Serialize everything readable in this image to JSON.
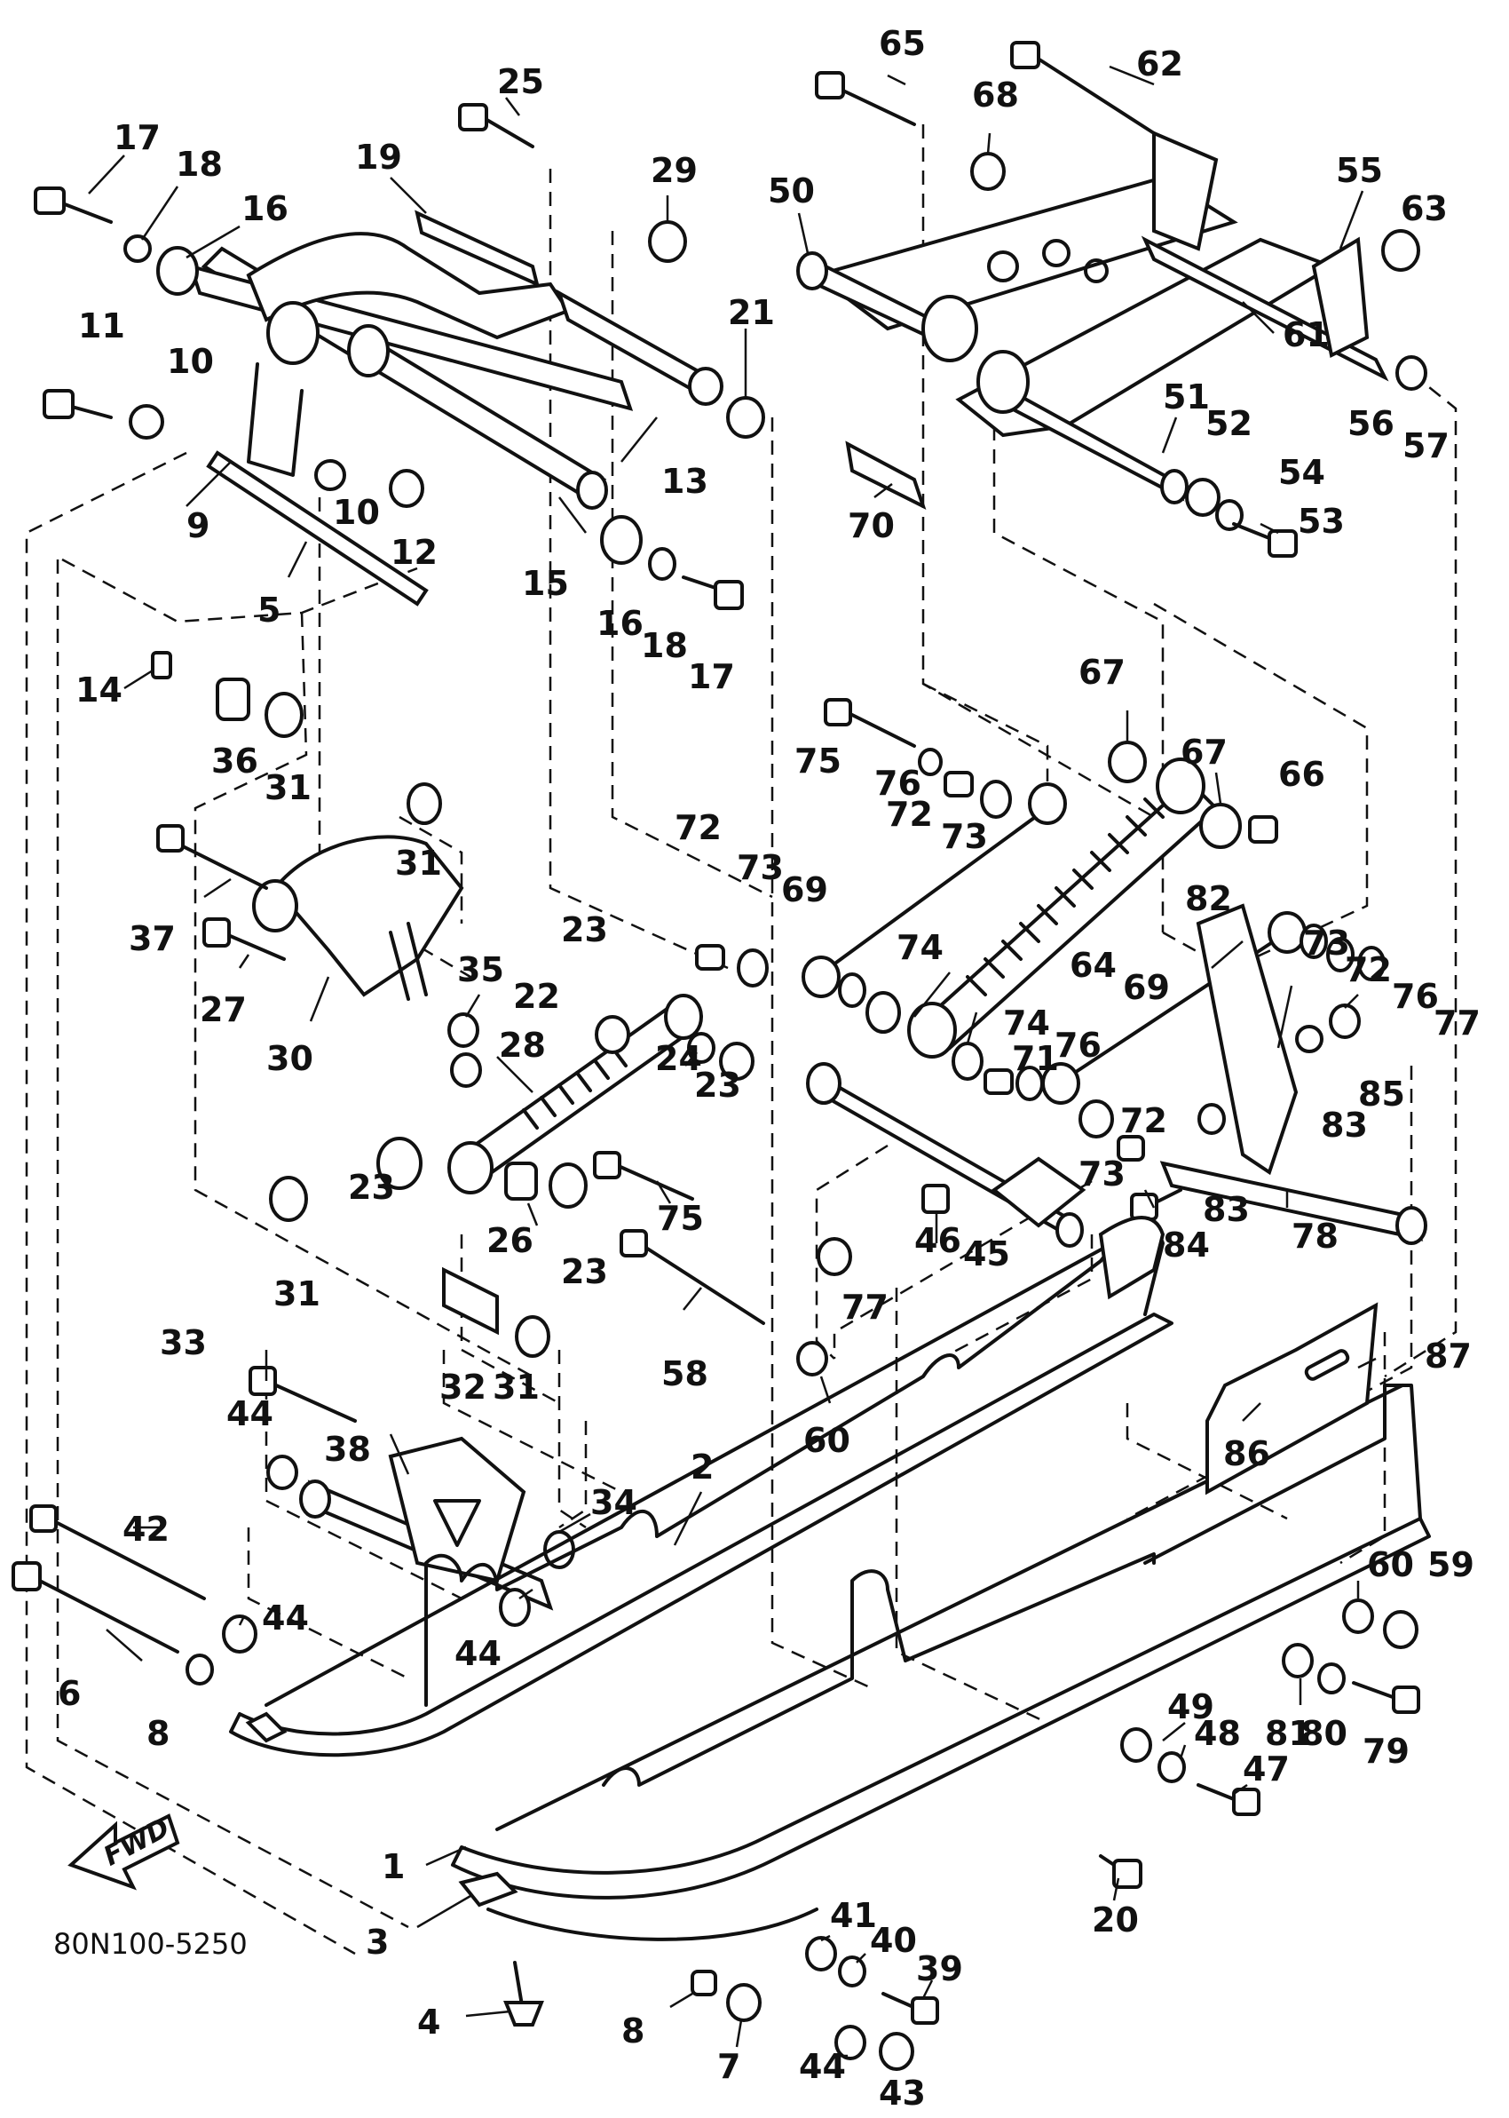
{
  "diagram_code": "80N100-5250",
  "fwd_label": "FWD",
  "callouts": [
    "17",
    "18",
    "16",
    "19",
    "25",
    "29",
    "11",
    "10",
    "9",
    "10",
    "12",
    "5",
    "13",
    "15",
    "16",
    "18",
    "17",
    "14",
    "36",
    "31",
    "31",
    "21",
    "65",
    "62",
    "68",
    "50",
    "55",
    "63",
    "61",
    "56",
    "57",
    "51",
    "52",
    "54",
    "53",
    "70",
    "67",
    "75",
    "76",
    "72",
    "73",
    "67",
    "66",
    "72",
    "73",
    "69",
    "74",
    "64",
    "82",
    "73",
    "72",
    "76",
    "77",
    "37",
    "27",
    "35",
    "30",
    "28",
    "22",
    "23",
    "24",
    "23",
    "23",
    "23",
    "26",
    "31",
    "74",
    "71",
    "76",
    "72",
    "73",
    "69",
    "85",
    "83",
    "83",
    "84",
    "78",
    "46",
    "45",
    "75",
    "77",
    "33",
    "44",
    "38",
    "32",
    "31",
    "58",
    "60",
    "87",
    "86",
    "2",
    "34",
    "42",
    "44",
    "44",
    "6",
    "8",
    "60",
    "59",
    "81",
    "80",
    "79",
    "49",
    "48",
    "47",
    "20",
    "1",
    "41",
    "40",
    "39",
    "3",
    "4",
    "8",
    "7",
    "44",
    "43"
  ]
}
